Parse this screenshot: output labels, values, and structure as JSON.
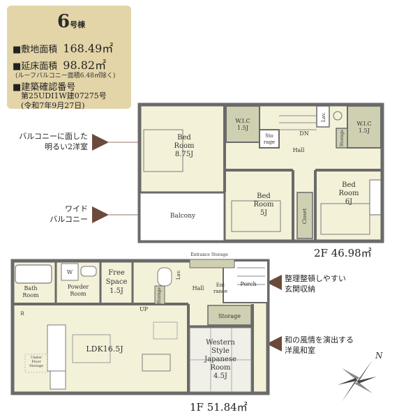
{
  "info": {
    "lot_number": "6",
    "lot_suffix": "号棟",
    "site_area_label": "■敷地面積",
    "site_area_value": "168.49㎡",
    "floor_area_label": "■延床面積",
    "floor_area_value": "98.82㎡",
    "floor_area_note": "(ルーフバルコニー面積6.48㎡除く)",
    "permit_label": "■建築確認番号",
    "permit_number": "第25UDI1W建07275号",
    "permit_date": "(令和7年9月27日)"
  },
  "callouts": {
    "bedroom": [
      "バルコニーに面した",
      "明るい2洋室"
    ],
    "balcony": [
      "ワイド",
      "バルコニー"
    ],
    "entrance": [
      "整理整頓しやすい",
      "玄関収納"
    ],
    "japanese": [
      "和の風情を演出する",
      "洋風和室"
    ]
  },
  "floor2": {
    "area": "2F 46.98㎡",
    "rooms": {
      "bed1": [
        "Bed",
        "Room",
        "8.75J"
      ],
      "bed2": [
        "Bed",
        "Room",
        "5J"
      ],
      "bed3": [
        "Bed",
        "Room",
        "6J"
      ],
      "wic1": [
        "W.I.C",
        "1.5J"
      ],
      "wic2": [
        "W.I.C",
        "1.5J"
      ],
      "storage": [
        "Sto",
        "rage"
      ],
      "lav": "Lav.",
      "storage_v": "Storage",
      "dn": "DN",
      "hall": "Hall",
      "closet": "Closet",
      "balcony": "Balcony"
    }
  },
  "floor1": {
    "area": "1F 51.84㎡",
    "rooms": {
      "bath": [
        "Bath",
        "Room"
      ],
      "powder": [
        "Powder",
        "Room"
      ],
      "w_mark": "W",
      "free": [
        "Free",
        "Space",
        "1.5J"
      ],
      "storage_v": "Storage",
      "lav": "Lav.",
      "hall": "Hall",
      "entrance_storage": "Entrance Storage",
      "entrance": [
        "Ent",
        "rance"
      ],
      "porch": "Porch",
      "storage": "Storage",
      "up": "UP",
      "r_mark": "R",
      "ldk": "LDK16.5J",
      "under_floor": [
        "Under",
        "Floor",
        "Storage"
      ],
      "western": [
        "Western",
        "Style",
        "Japanese",
        "Room",
        "4.5J"
      ]
    }
  },
  "compass": "N",
  "colors": {
    "info_bg": "#e3d5a8",
    "walls": "#6a6a6a",
    "arrow": "#6b4a3a",
    "wic_fill": "#cfd0b2",
    "room_fill": "#f4f1d9"
  }
}
